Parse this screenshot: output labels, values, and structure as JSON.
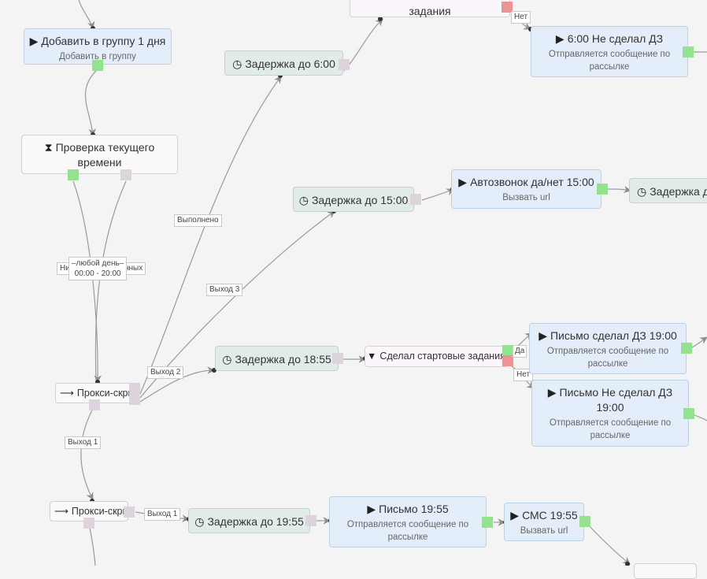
{
  "nodes": {
    "add_group": {
      "title": "Добавить в группу 1 дня",
      "sub": "Добавить в группу"
    },
    "check_time": {
      "title_1": "Проверка текущего",
      "title_2": "времени"
    },
    "top_tasks": {
      "title": "задания"
    },
    "delay_6": {
      "title": "Задержка до 6:00"
    },
    "no_hw_6": {
      "title": "6:00 Не сделал ДЗ",
      "sub_1": "Отправляется сообщение по",
      "sub_2": "рассылке"
    },
    "delay_15": {
      "title": "Задержка до 15:00"
    },
    "autocall": {
      "title": "Автозвонок да/нет 15:00",
      "sub": "Вызвать url"
    },
    "delay_cut": {
      "title": "Задержка д"
    },
    "delay_1855": {
      "title": "Задержка до 18:55"
    },
    "filter_start": {
      "title": "Сделал стартовые задания"
    },
    "letter_done": {
      "title": "Письмо сделал ДЗ 19:00",
      "sub_1": "Отправляется сообщение по",
      "sub_2": "рассылке"
    },
    "letter_not_done": {
      "title_1": "Письмо Не сделал ДЗ",
      "title_2": "19:00",
      "sub_1": "Отправляется сообщение по",
      "sub_2": "рассылке"
    },
    "proxy_1": {
      "title": "Прокси-скрипт"
    },
    "proxy_2": {
      "title": "Прокси-скрипт"
    },
    "delay_1955": {
      "title": "Задержка до 19:55"
    },
    "letter_1955": {
      "title": "Письмо 19:55",
      "sub_1": "Отправляется сообщение по",
      "sub_2": "рассылке"
    },
    "sms_1955": {
      "title": "СМС 19:55",
      "sub": "Вызвать url"
    }
  },
  "labels": {
    "net_top": "Нет",
    "done": "Выполнено",
    "exit3": "Выход 3",
    "exit2": "Выход 2",
    "exit1_a": "Выход 1",
    "exit1_b": "Выход 1",
    "any_day_1": "–любой день–",
    "any_day_2": "00:00 - 20:00",
    "hidden_left": "Ни",
    "hidden_right": "нных",
    "yes": "Да",
    "no": "Нет"
  },
  "colors": {
    "action_bg": "#e3eefa",
    "delay_bg": "#e1ebe8",
    "port_success": "#93e38e",
    "port_default": "#dcd3dc",
    "port_no": "#ee9393",
    "wire": "#9a9a9a"
  },
  "icons": {
    "action": "play-icon",
    "delay": "clock-icon",
    "check": "hourglass-icon",
    "proxy": "arrow-right-icon",
    "filter": "funnel-icon"
  }
}
